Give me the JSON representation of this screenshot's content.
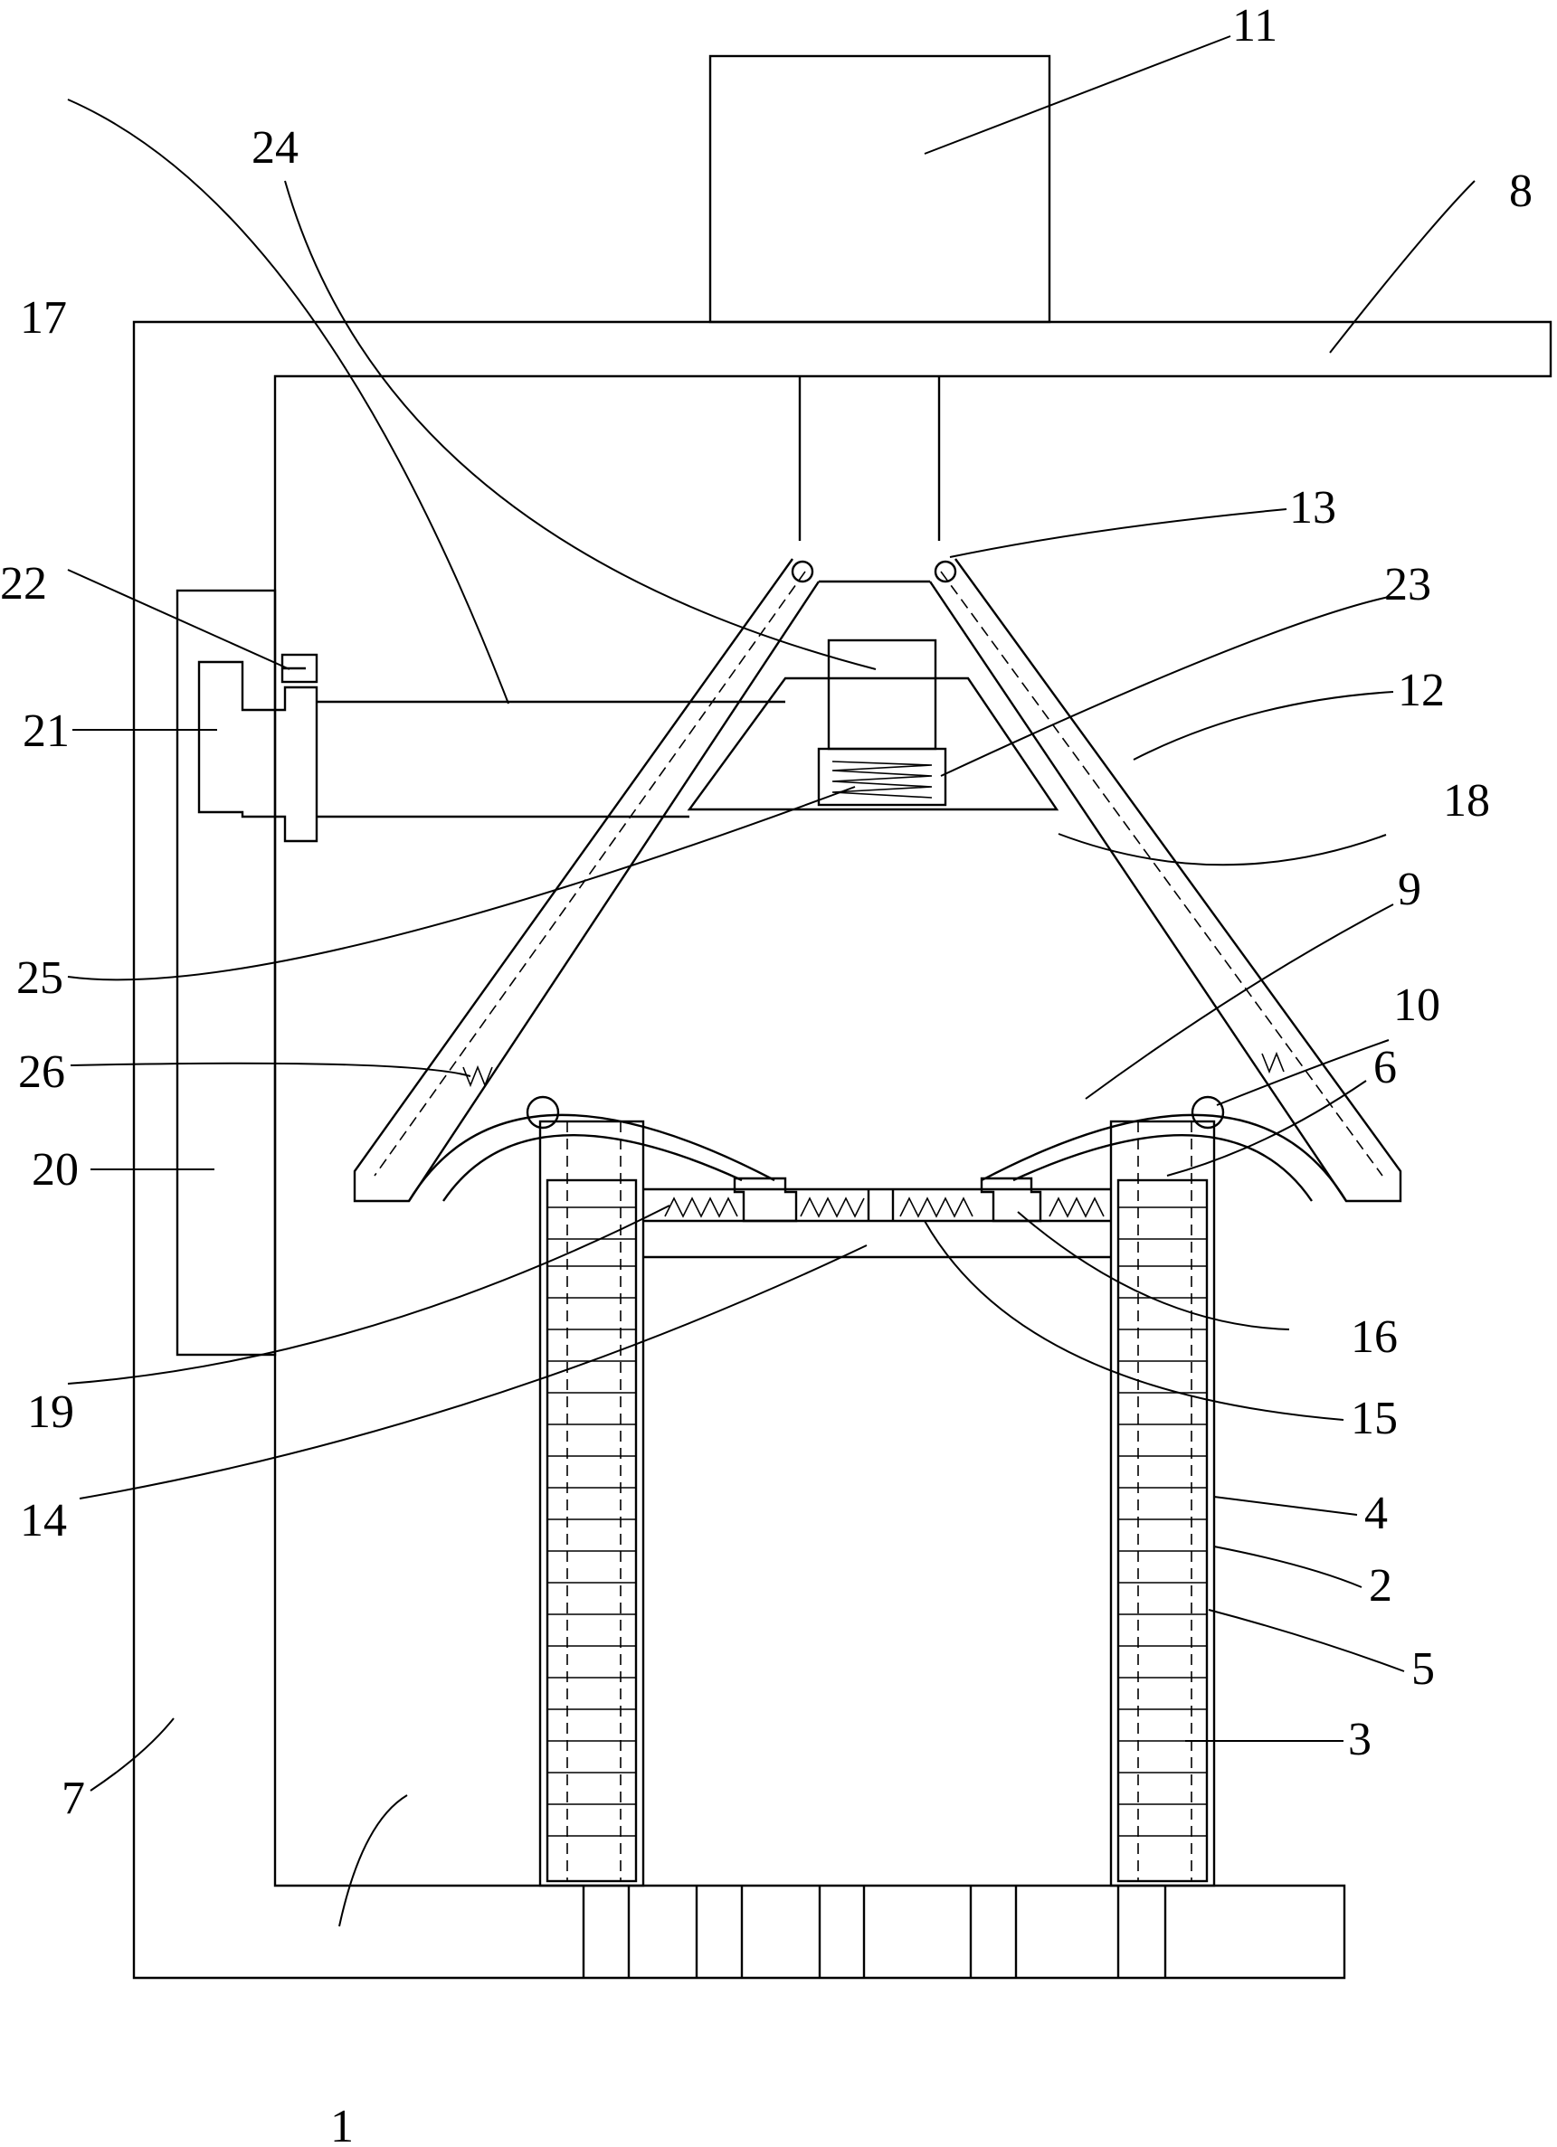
{
  "figure": {
    "labels": [
      "1",
      "2",
      "3",
      "4",
      "5",
      "6",
      "7",
      "8",
      "9",
      "10",
      "11",
      "12",
      "13",
      "14",
      "15",
      "16",
      "17",
      "18",
      "19",
      "20",
      "21",
      "22",
      "23",
      "24",
      "25",
      "26"
    ]
  }
}
